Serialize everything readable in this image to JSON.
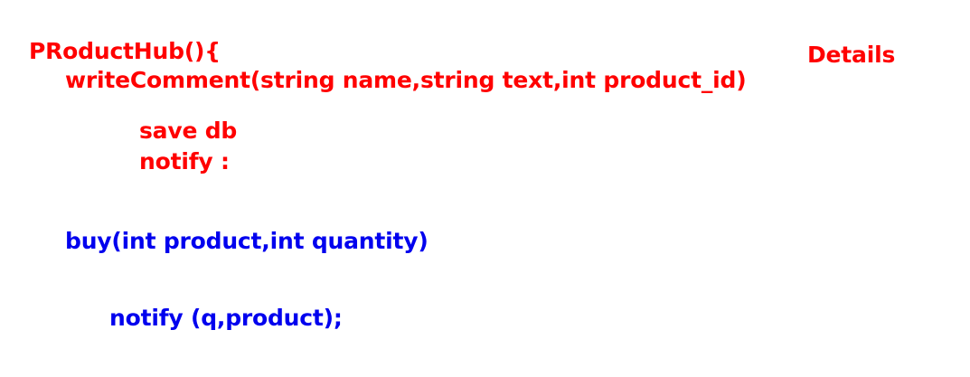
{
  "colors": {
    "comment_block": "#ff0000",
    "buy_block": "#0000ee"
  },
  "code": {
    "class_header": "PRoductHub(){",
    "write_comment_signature": "writeComment(string name,string text,int product_id)",
    "save_db": "save db",
    "notify_colon": "notify :",
    "buy_signature": "buy(int product,int quantity)",
    "notify_call": "notify (q,product);"
  },
  "details_label": "Details"
}
